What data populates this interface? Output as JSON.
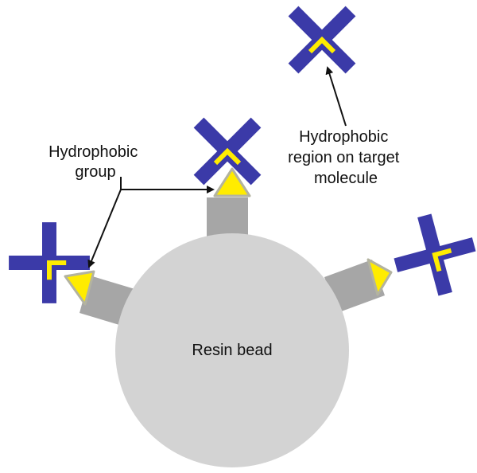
{
  "labels": {
    "hydrophobic_group_line1": "Hydrophobic",
    "hydrophobic_group_line2": "group",
    "target_region_line1": "Hydrophobic",
    "target_region_line2": "region on target",
    "target_region_line3": "molecule",
    "resin_bead": "Resin bead"
  },
  "colors": {
    "bead": "#d3d3d3",
    "linker": "#a6a6a6",
    "ligand": "#ffec00",
    "ligand_outline": "#b3b3a0",
    "molecule": "#3b3aa8",
    "molecule_pocket": "#ffec00",
    "arrow": "#111111"
  }
}
